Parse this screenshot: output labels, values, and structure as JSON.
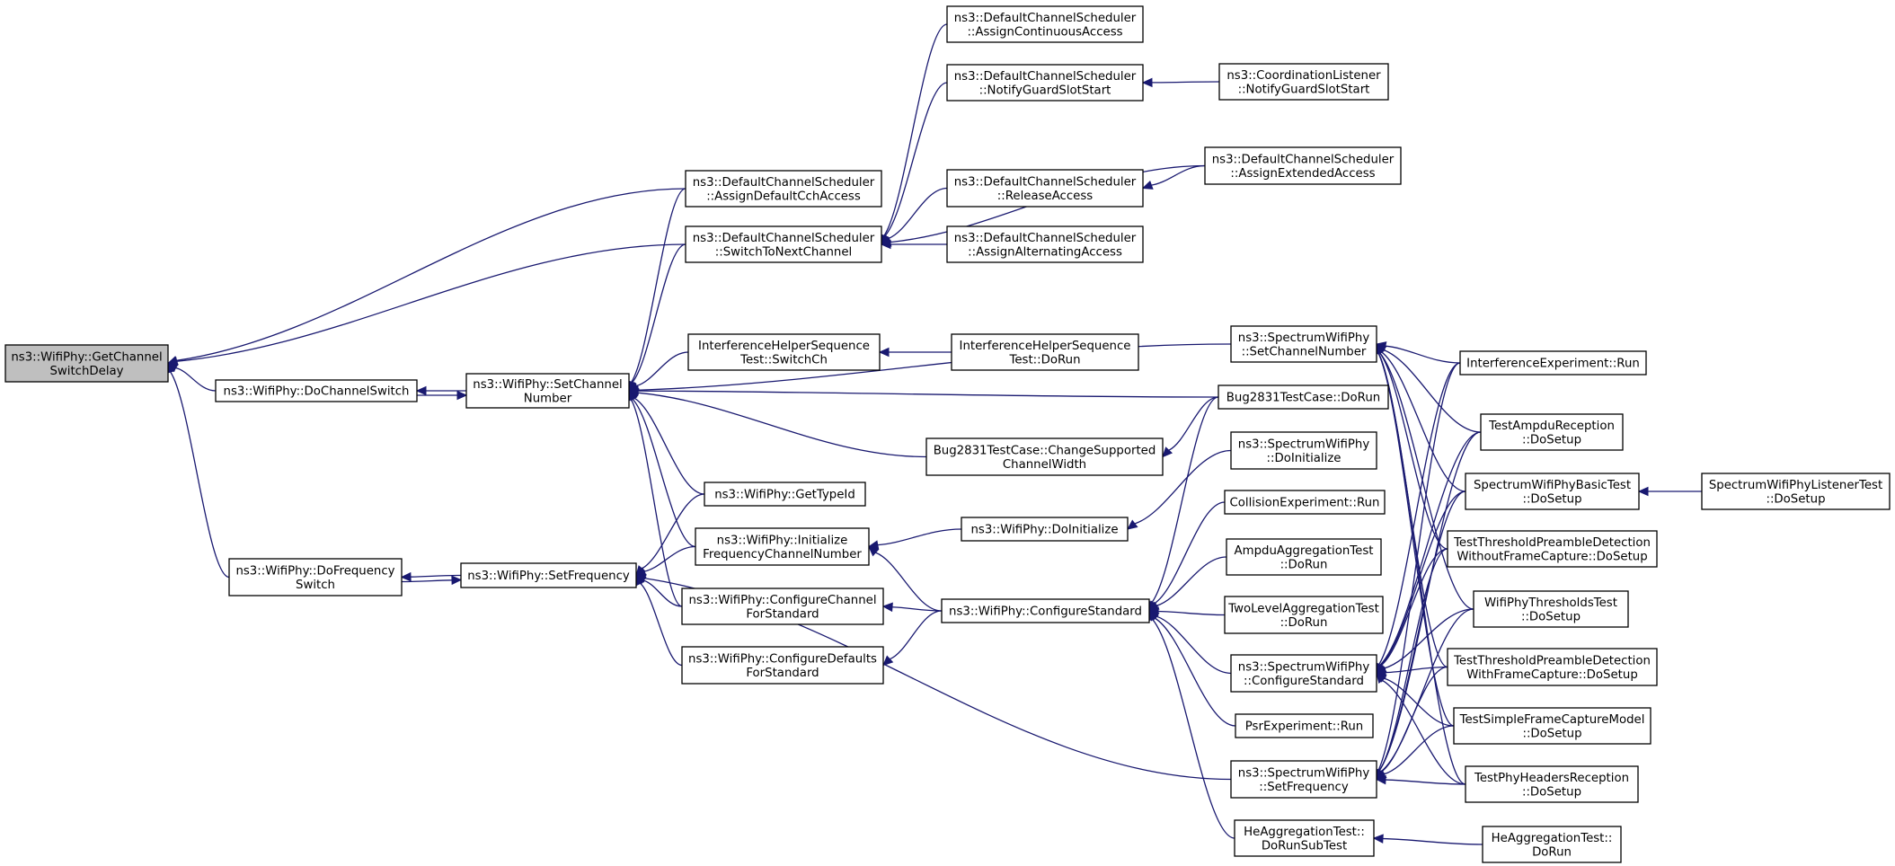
{
  "nodes": [
    {
      "id": "getchannelswitchdelay",
      "lines": [
        "ns3::WifiPhy::GetChannel",
        "SwitchDelay"
      ],
      "focus": true
    },
    {
      "id": "dochannelswitch",
      "lines": [
        "ns3::WifiPhy::DoChannelSwitch"
      ]
    },
    {
      "id": "dofrequencyswitch",
      "lines": [
        "ns3::WifiPhy::DoFrequency",
        "Switch"
      ]
    },
    {
      "id": "setchannelnumber",
      "lines": [
        "ns3::WifiPhy::SetChannel",
        "Number"
      ]
    },
    {
      "id": "setfrequency",
      "lines": [
        "ns3::WifiPhy::SetFrequency"
      ]
    },
    {
      "id": "dcs_assigndefaultcch",
      "lines": [
        "ns3::DefaultChannelScheduler",
        "::AssignDefaultCchAccess"
      ]
    },
    {
      "id": "dcs_switchtonext",
      "lines": [
        "ns3::DefaultChannelScheduler",
        "::SwitchToNextChannel"
      ]
    },
    {
      "id": "ihst_switchch",
      "lines": [
        "InterferenceHelperSequence",
        "Test::SwitchCh"
      ]
    },
    {
      "id": "gettypeid",
      "lines": [
        "ns3::WifiPhy::GetTypeId"
      ]
    },
    {
      "id": "initfreqchan",
      "lines": [
        "ns3::WifiPhy::Initialize",
        "FrequencyChannelNumber"
      ]
    },
    {
      "id": "configchannelstd",
      "lines": [
        "ns3::WifiPhy::ConfigureChannel",
        "ForStandard"
      ]
    },
    {
      "id": "configdefaultsstd",
      "lines": [
        "ns3::WifiPhy::ConfigureDefaults",
        "ForStandard"
      ]
    },
    {
      "id": "dcs_assigncontinuous",
      "lines": [
        "ns3::DefaultChannelScheduler",
        "::AssignContinuousAccess"
      ]
    },
    {
      "id": "dcs_notifyguard",
      "lines": [
        "ns3::DefaultChannelScheduler",
        "::NotifyGuardSlotStart"
      ]
    },
    {
      "id": "dcs_releaseaccess",
      "lines": [
        "ns3::DefaultChannelScheduler",
        "::ReleaseAccess"
      ]
    },
    {
      "id": "dcs_assignalternating",
      "lines": [
        "ns3::DefaultChannelScheduler",
        "::AssignAlternatingAccess"
      ]
    },
    {
      "id": "ihst_dorun",
      "lines": [
        "InterferenceHelperSequence",
        "Test::DoRun"
      ]
    },
    {
      "id": "bug2831_changewidth",
      "lines": [
        "Bug2831TestCase::ChangeSupported",
        "ChannelWidth"
      ]
    },
    {
      "id": "doinitialize",
      "lines": [
        "ns3::WifiPhy::DoInitialize"
      ]
    },
    {
      "id": "configurestandard",
      "lines": [
        "ns3::WifiPhy::ConfigureStandard"
      ]
    },
    {
      "id": "cl_notifyguard",
      "lines": [
        "ns3::CoordinationListener",
        "::NotifyGuardSlotStart"
      ]
    },
    {
      "id": "dcs_assignextended",
      "lines": [
        "ns3::DefaultChannelScheduler",
        "::AssignExtendedAccess"
      ]
    },
    {
      "id": "swp_setchannelnumber",
      "lines": [
        "ns3::SpectrumWifiPhy",
        "::SetChannelNumber"
      ]
    },
    {
      "id": "bug2831_dorun",
      "lines": [
        "Bug2831TestCase::DoRun"
      ]
    },
    {
      "id": "swp_doinitialize",
      "lines": [
        "ns3::SpectrumWifiPhy",
        "::DoInitialize"
      ]
    },
    {
      "id": "collision_run",
      "lines": [
        "CollisionExperiment::Run"
      ]
    },
    {
      "id": "ampduagg_dorun",
      "lines": [
        "AmpduAggregationTest",
        "::DoRun"
      ]
    },
    {
      "id": "twolevel_dorun",
      "lines": [
        "TwoLevelAggregationTest",
        "::DoRun"
      ]
    },
    {
      "id": "swp_configurestandard",
      "lines": [
        "ns3::SpectrumWifiPhy",
        "::ConfigureStandard"
      ]
    },
    {
      "id": "psr_run",
      "lines": [
        "PsrExperiment::Run"
      ]
    },
    {
      "id": "swp_setfrequency",
      "lines": [
        "ns3::SpectrumWifiPhy",
        "::SetFrequency"
      ]
    },
    {
      "id": "heagg_dorunsubtest",
      "lines": [
        "HeAggregationTest::",
        "DoRunSubTest"
      ]
    },
    {
      "id": "interference_run",
      "lines": [
        "InterferenceExperiment::Run"
      ]
    },
    {
      "id": "testampdu_dosetup",
      "lines": [
        "TestAmpduReception",
        "::DoSetup"
      ]
    },
    {
      "id": "swpbasic_dosetup",
      "lines": [
        "SpectrumWifiPhyBasicTest",
        "::DoSetup"
      ]
    },
    {
      "id": "ttpd_without_dosetup",
      "lines": [
        "TestThresholdPreambleDetection",
        "WithoutFrameCapture::DoSetup"
      ]
    },
    {
      "id": "wpthresholds_dosetup",
      "lines": [
        "WifiPhyThresholdsTest",
        "::DoSetup"
      ]
    },
    {
      "id": "ttpd_with_dosetup",
      "lines": [
        "TestThresholdPreambleDetection",
        "WithFrameCapture::DoSetup"
      ]
    },
    {
      "id": "tsfcm_dosetup",
      "lines": [
        "TestSimpleFrameCaptureModel",
        "::DoSetup"
      ]
    },
    {
      "id": "tphr_dosetup",
      "lines": [
        "TestPhyHeadersReception",
        "::DoSetup"
      ]
    },
    {
      "id": "heagg_dorun",
      "lines": [
        "HeAggregationTest::",
        "DoRun"
      ]
    },
    {
      "id": "swplistener_dosetup",
      "lines": [
        "SpectrumWifiPhyListenerTest",
        "::DoSetup"
      ]
    }
  ],
  "edges": [
    [
      "dochannelswitch",
      "getchannelswitchdelay"
    ],
    [
      "dofrequencyswitch",
      "getchannelswitchdelay"
    ],
    [
      "dcs_assigndefaultcch",
      "getchannelswitchdelay"
    ],
    [
      "dcs_switchtonext",
      "getchannelswitchdelay"
    ],
    [
      "setchannelnumber",
      "dochannelswitch"
    ],
    [
      "dochannelswitch",
      "setchannelnumber"
    ],
    [
      "setfrequency",
      "dofrequencyswitch"
    ],
    [
      "dofrequencyswitch",
      "setfrequency"
    ],
    [
      "dcs_assigndefaultcch",
      "setchannelnumber"
    ],
    [
      "dcs_switchtonext",
      "setchannelnumber"
    ],
    [
      "ihst_switchch",
      "setchannelnumber"
    ],
    [
      "gettypeid",
      "setchannelnumber"
    ],
    [
      "initfreqchan",
      "setchannelnumber"
    ],
    [
      "configchannelstd",
      "setchannelnumber"
    ],
    [
      "swp_setchannelnumber",
      "setchannelnumber"
    ],
    [
      "bug2831_dorun",
      "setchannelnumber"
    ],
    [
      "bug2831_changewidth",
      "setchannelnumber"
    ],
    [
      "gettypeid",
      "setfrequency"
    ],
    [
      "initfreqchan",
      "setfrequency"
    ],
    [
      "configchannelstd",
      "setfrequency"
    ],
    [
      "configdefaultsstd",
      "setfrequency"
    ],
    [
      "swp_setfrequency",
      "setfrequency"
    ],
    [
      "dcs_assigncontinuous",
      "dcs_switchtonext"
    ],
    [
      "dcs_notifyguard",
      "dcs_switchtonext"
    ],
    [
      "dcs_releaseaccess",
      "dcs_switchtonext"
    ],
    [
      "dcs_assignalternating",
      "dcs_switchtonext"
    ],
    [
      "dcs_assignextended",
      "dcs_switchtonext"
    ],
    [
      "cl_notifyguard",
      "dcs_notifyguard"
    ],
    [
      "dcs_assignextended",
      "dcs_releaseaccess"
    ],
    [
      "ihst_dorun",
      "ihst_switchch"
    ],
    [
      "bug2831_dorun",
      "bug2831_changewidth"
    ],
    [
      "doinitialize",
      "initfreqchan"
    ],
    [
      "configurestandard",
      "initfreqchan"
    ],
    [
      "configurestandard",
      "configchannelstd"
    ],
    [
      "configurestandard",
      "configdefaultsstd"
    ],
    [
      "swp_doinitialize",
      "doinitialize"
    ],
    [
      "bug2831_dorun",
      "configurestandard"
    ],
    [
      "collision_run",
      "configurestandard"
    ],
    [
      "ampduagg_dorun",
      "configurestandard"
    ],
    [
      "twolevel_dorun",
      "configurestandard"
    ],
    [
      "swp_configurestandard",
      "configurestandard"
    ],
    [
      "psr_run",
      "configurestandard"
    ],
    [
      "heagg_dorunsubtest",
      "configurestandard"
    ],
    [
      "heagg_dorun",
      "heagg_dorunsubtest"
    ],
    [
      "interference_run",
      "swp_setchannelnumber"
    ],
    [
      "testampdu_dosetup",
      "swp_setchannelnumber"
    ],
    [
      "swpbasic_dosetup",
      "swp_setchannelnumber"
    ],
    [
      "ttpd_without_dosetup",
      "swp_setchannelnumber"
    ],
    [
      "wpthresholds_dosetup",
      "swp_setchannelnumber"
    ],
    [
      "ttpd_with_dosetup",
      "swp_setchannelnumber"
    ],
    [
      "tsfcm_dosetup",
      "swp_setchannelnumber"
    ],
    [
      "tphr_dosetup",
      "swp_setchannelnumber"
    ],
    [
      "interference_run",
      "swp_configurestandard"
    ],
    [
      "testampdu_dosetup",
      "swp_configurestandard"
    ],
    [
      "swpbasic_dosetup",
      "swp_configurestandard"
    ],
    [
      "ttpd_without_dosetup",
      "swp_configurestandard"
    ],
    [
      "wpthresholds_dosetup",
      "swp_configurestandard"
    ],
    [
      "ttpd_with_dosetup",
      "swp_configurestandard"
    ],
    [
      "tsfcm_dosetup",
      "swp_configurestandard"
    ],
    [
      "tphr_dosetup",
      "swp_configurestandard"
    ],
    [
      "interference_run",
      "swp_setfrequency"
    ],
    [
      "testampdu_dosetup",
      "swp_setfrequency"
    ],
    [
      "swpbasic_dosetup",
      "swp_setfrequency"
    ],
    [
      "ttpd_without_dosetup",
      "swp_setfrequency"
    ],
    [
      "wpthresholds_dosetup",
      "swp_setfrequency"
    ],
    [
      "ttpd_with_dosetup",
      "swp_setfrequency"
    ],
    [
      "tsfcm_dosetup",
      "swp_setfrequency"
    ],
    [
      "tphr_dosetup",
      "swp_setfrequency"
    ],
    [
      "swplistener_dosetup",
      "swpbasic_dosetup"
    ]
  ]
}
